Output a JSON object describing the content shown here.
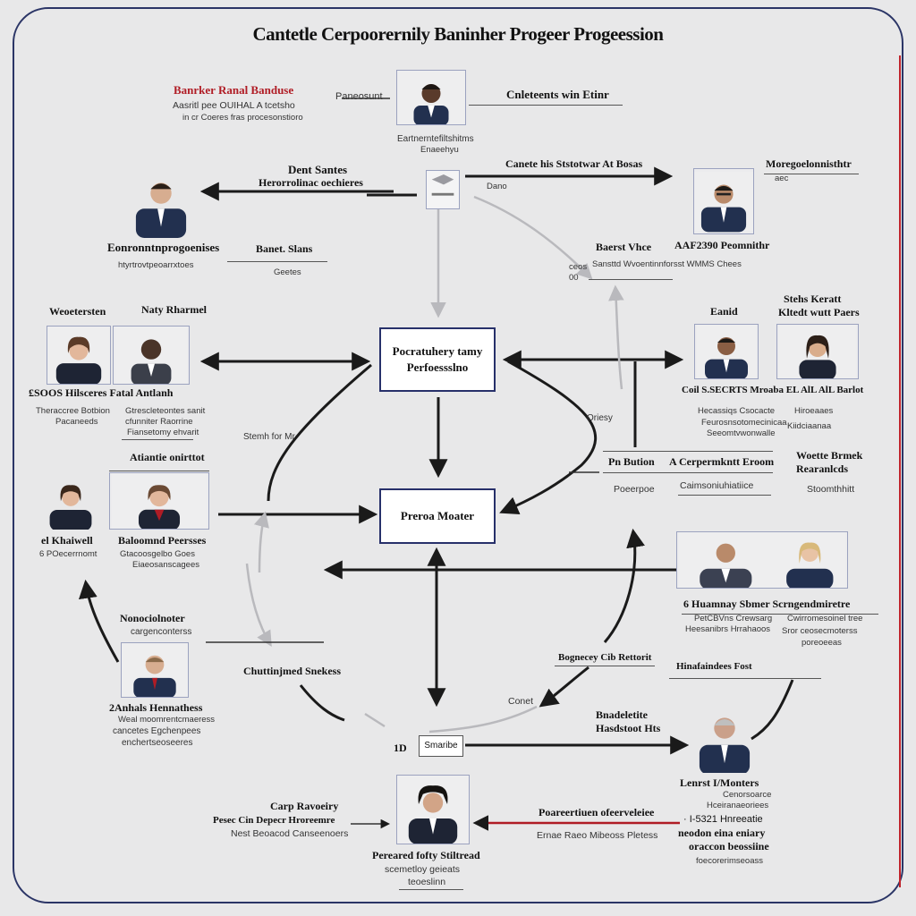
{
  "title": "Cantetle Cerpoorernily Baninher Progeer Progeession",
  "boxes": {
    "career_line1": "Pocratuhery tamy",
    "career_line2": "Perfoessslno",
    "master": "Preroa Moater"
  },
  "text": {
    "top_left_red": "Banrker Ranal Banduse",
    "top_left_sub1": "Aasritl pee OUIHAL A tcetsho",
    "top_left_sub2": "in cr Coeres fras procesonstioro",
    "top_left_tag": "Paneosunt",
    "top_right_head": "Cnleteents win Etinr",
    "top_center_cap1": "Eartnerntefiltshitms",
    "top_center_cap2": "Enaeehyu",
    "mid_dent": "Dent Santes",
    "mid_hire": "Herorrolinac oechieres",
    "left_cap": "Eonronntnprogoenises",
    "left_cap_sub": "htyrtrovtpeoarrxtoes",
    "banet": "Banet. Slans",
    "grethes": "Geetes",
    "center_right_line": "Canete his Ststotwar At Bosas",
    "dano": "Dano",
    "right_head": "Moregoelonnisthtr",
    "right_sub": "aec",
    "baet": "Baerst Vhce",
    "aaf": "AAF2390 Peomnithr",
    "ceos": "ceos",
    "oo": "00",
    "sanstd": "Sansttd Wvoentinnforsst WMMS Chees",
    "weotersten": "Weoetersten",
    "naty": "Naty Rharmel",
    "left_mid_cap": "£SOOS Hilsceres Fatal Antlanh",
    "left_mid_sub1a": "Theraccree Botbion",
    "left_mid_sub1b": "Pacaneeds",
    "left_mid_sub2a": "Gtrescleteontes sanit",
    "left_mid_sub2b": "cfunniter Raorrine",
    "left_mid_sub2c": "Fiansetomy ehvarit",
    "stehs": "Stehs Keratt",
    "eanid": "Eanid",
    "kitedt": "Kltedt wutt Paers",
    "right_mid_cap": "Coil S.SECRTS Mroaba EL AlL AlL Barlot",
    "right_mid_sub1": "Hecassiqs Csocacte",
    "right_mid_sub2": "Feurosnsotomecinicaa",
    "right_mid_sub3": "Seeomtvwonwalle",
    "right_mid_sub4": "Hiroeaaes",
    "right_mid_sub5": "Kiidciaanaa",
    "stemh": "Stemh for Mr",
    "oriesy": "Oriesy",
    "atiantie": "Atiantie onirttot",
    "pn_bution": "Pn Bution",
    "cpermakntt": "A Cerpermkntt Eroom",
    "poeerpo": "Poeerpoe",
    "caimsonui": "Caimsoniuhiatiice",
    "woette": "Woette Brmek",
    "resanlcds": "Rearanlcds",
    "stoomthhitt": "Stoomthhitt",
    "left_low_cap_a": "el Khaiwell",
    "left_low_cap_b": "Baloomnd Peersses",
    "left_low_sub_a": "6 POecerrnomt",
    "left_low_sub_b": "Gtacoosgelbo Goes",
    "left_low_sub_c": "Eiaeosanscagees",
    "right_low_cap": "6 Huamnay Sbmer Scrngendmiretre",
    "right_low_sub1": "PetCBVns Crewsarg",
    "right_low_sub2": "Heesanibrs Hrrahaoos",
    "right_low_sub3": "Cwirromesoinel tree",
    "right_low_sub4": "Sror ceosecmoterss",
    "right_low_sub5": "poreoeeas",
    "nono": "Nonociolnoter",
    "nono_sub": "cargenconterss",
    "chub": "Chuttinjmed Snekess",
    "anhals": "2Anhals Hennathess",
    "anhals_sub1": "Weal moomrentcmaeress",
    "anhals_sub2": "cancetes Egchenpees",
    "anhals_sub3": "enchertseoseeres",
    "bognecy": "Bognecey Cib Rettorit",
    "hinafa": "Hinafaindees Fost",
    "conet": "Conet",
    "bnado": "Bnadeletite",
    "hastoot": "Hasdstoot Hts",
    "ten": "1D",
    "smarie": "Smaribe",
    "lenst": "Lenrst I/Monters",
    "lenst_sub1": "Cenorsoarce",
    "lenst_sub2": "Hceiranaeoriees",
    "lenst_sub3": "· I-5321 Hnreeatie",
    "lenst_sub4": "neodon eina eniary",
    "lenst_sub5": "oraccon beossiine",
    "lenst_sub6": "foecorerimseoass",
    "carp": "Carp Ravoeiry",
    "pesce": "Pesec Cin Depecr Hroreemre",
    "nest": "Nest Beoacod Canseenoers",
    "poreert": "Poareertiuen ofeerveleiee",
    "emae": "Ernae Raeo Mibeoss Pletess",
    "bottom_cap1": "Pereared fofty Stiltread",
    "bottom_cap2": "scemetloy geieats",
    "bottom_cap3": "teoeslinn"
  },
  "colors": {
    "frame": "#2b3566",
    "accent_red": "#b01c25",
    "arrow": "#1a1a1a",
    "suit": "#22304f"
  }
}
